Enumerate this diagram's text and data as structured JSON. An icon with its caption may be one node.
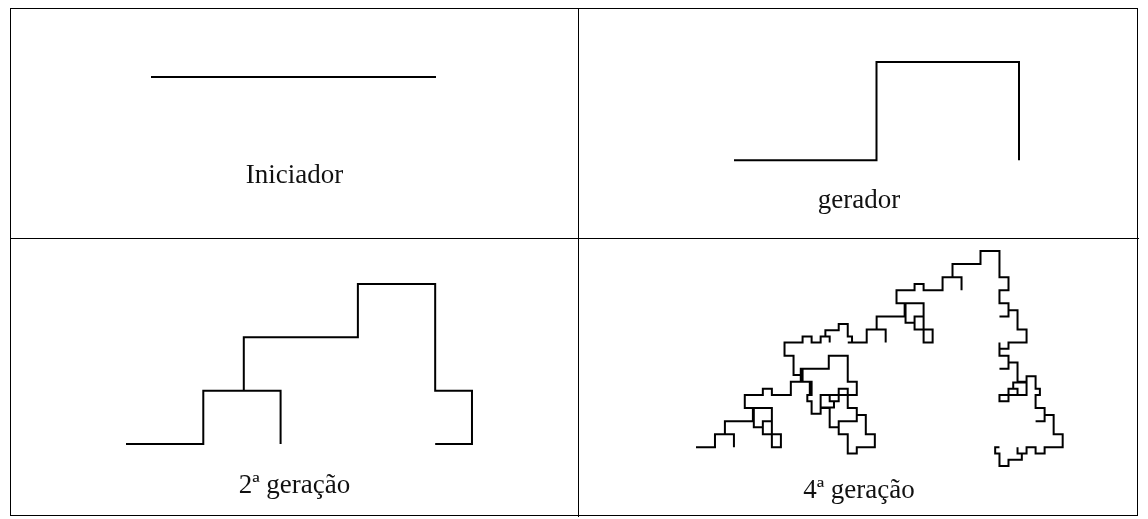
{
  "diagram": {
    "labels": [
      "Iniciador",
      "gerador",
      "2ª geração",
      "4ª geração"
    ]
  }
}
